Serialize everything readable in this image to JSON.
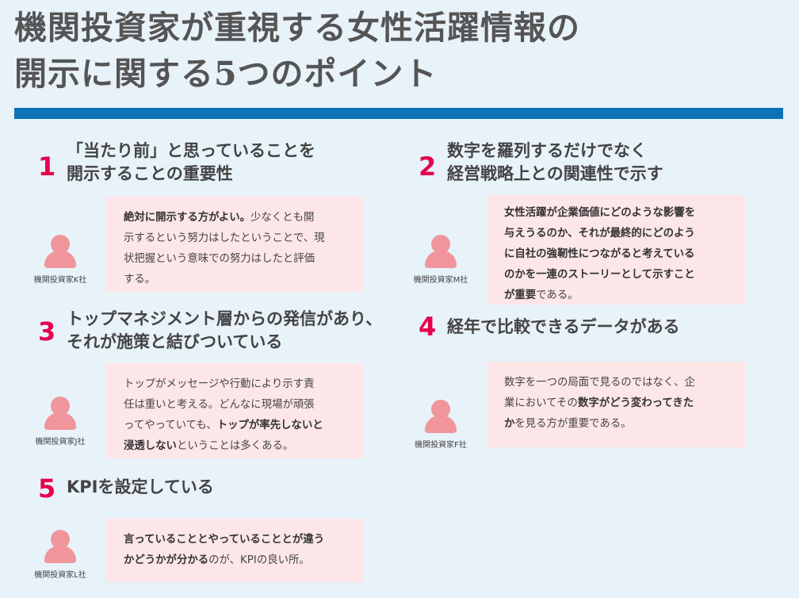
{
  "title": {
    "line1": "機関投資家が重視する女性活躍情報の",
    "line2": "開示に関する5つのポイント"
  },
  "colors": {
    "background": "#e8f2f9",
    "accent_bar": "#0b72b5",
    "number": "#e6004e",
    "bubble": "#fde6e7",
    "person": "#f0959b"
  },
  "points": [
    {
      "number": "1",
      "heading": [
        "「当たり前」と思っていることを",
        "開示することの重要性"
      ],
      "person": "機関投資家K社",
      "quote": [
        [
          "b:絶対に開示する方がよい。",
          "n:少なくとも開"
        ],
        [
          "n:示するという努力はしたということで、現"
        ],
        [
          "n:状把握という意味での努力はしたと評価"
        ],
        [
          "n:する。"
        ]
      ]
    },
    {
      "number": "2",
      "heading": [
        "数字を羅列するだけでなく",
        "経営戦略上との関連性で示す"
      ],
      "person": "機関投資家M社",
      "quote": [
        [
          "b:女性活躍が企業価値にどのような影響を"
        ],
        [
          "b:与えうるのか、それが最終的にどのよう"
        ],
        [
          "b:に自社の強靭性につながると考えている"
        ],
        [
          "b:のかを一連のストーリーとして示すこと"
        ],
        [
          "b:が重要",
          "n:である。"
        ]
      ]
    },
    {
      "number": "3",
      "heading": [
        "トップマネジメント層からの発信があり、",
        "それが施策と結びついている"
      ],
      "person": "機関投資家J社",
      "quote": [
        [
          "n:トップがメッセージや行動により示す責"
        ],
        [
          "n:任は重いと考える。どんなに現場が頑張"
        ],
        [
          "n:ってやっていても、",
          "b:トップが率先しないと"
        ],
        [
          "b:浸透しない",
          "n:ということは多くある。"
        ]
      ]
    },
    {
      "number": "4",
      "heading": [
        "経年で比較できるデータがある"
      ],
      "person": "機関投資家F社",
      "quote": [
        [
          "n:数字を一つの局面で見るのではなく、企"
        ],
        [
          "n:業においてその",
          "b:数字がどう変わってきた"
        ],
        [
          "b:か",
          "n:を見る方が重要である。"
        ]
      ]
    },
    {
      "number": "5",
      "heading": [
        "KPIを設定している"
      ],
      "person": "機関投資家L社",
      "quote": [
        [
          "b:言っていることとやっていることとが違う"
        ],
        [
          "b:かどうかが分かる",
          "n:のが、KPIの良い所。"
        ]
      ]
    }
  ]
}
